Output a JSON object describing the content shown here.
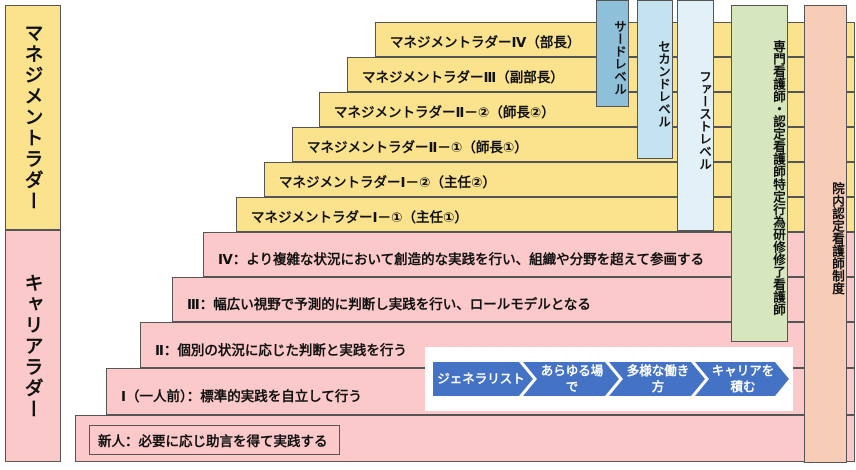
{
  "labels": {
    "management_ladder": "マネジメントラダー",
    "career_ladder": "キャリアラダー"
  },
  "management_steps": [
    "マネジメントラダーⅣ（部長）",
    "マネジメントラダーⅢ（副部長）",
    "マネジメントラダーⅡ－②（師長②）",
    "マネジメントラダーⅡ－①（師長①）",
    "マネジメントラダーⅠ－②（主任②）",
    "マネジメントラダーⅠ－①（主任①）"
  ],
  "career_steps": [
    "Ⅳ：より複雑な状況において創造的な実践を行い、組織や分野を超えて参画する",
    "Ⅲ：幅広い視野で予測的に判断し実践を行い、ロールモデルとなる",
    "Ⅱ：個別の状況に応じた判断と実践を行う",
    "Ⅰ（一人前）：標準的実践を自立して行う",
    "新人：必要に応じ助言を得て実践する"
  ],
  "certification_levels": {
    "third": "サードレベル",
    "second": "セカンドレベル",
    "first": "ファーストレベル",
    "specialist": "専門看護師・認定看護師",
    "specified_acts": "特定行為研修修了看護師",
    "in_house": "院内認定看護師制度"
  },
  "flow": [
    "ジェネラリスト",
    "あらゆる場で",
    "多様な働き方",
    "キャリアを積む"
  ],
  "colors": {
    "yellow": "#fbe38e",
    "pink": "#fbc9c9",
    "blue_level": "#8fc0da",
    "light_blue_level": "#c5e2f1",
    "pale_blue_level": "#e2f0f8",
    "green_box": "#d6e6bd",
    "peach_box": "#f8cdb8",
    "arrow_blue": "#4472c4"
  }
}
